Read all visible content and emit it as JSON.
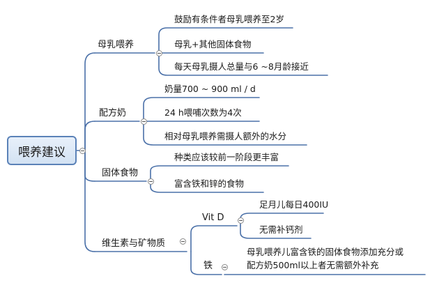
{
  "root": {
    "label": "喂养建议"
  },
  "branches": [
    {
      "label": "母乳喂养",
      "children": [
        {
          "label": "鼓励有条件者母乳喂养至2岁"
        },
        {
          "label": "母乳+其他固体食物"
        },
        {
          "label": "每天母乳摄人总量与6 ~8月龄接近"
        }
      ]
    },
    {
      "label": "配方奶",
      "children": [
        {
          "label": "奶量700 ~ 900 ml / d"
        },
        {
          "label": "24 h喂哺次数为4次"
        },
        {
          "label": "相对母乳喂养需摄人额外的水分"
        }
      ]
    },
    {
      "label": "固体食物",
      "children": [
        {
          "label": "种类应该较前一阶段更丰富"
        },
        {
          "label": "富含铁和锌的食物"
        }
      ]
    },
    {
      "label": "维生素与矿物质",
      "children": [
        {
          "label": "Vit D",
          "children": [
            {
              "label": "足月儿每日400IU"
            },
            {
              "label": "无需补钙剂"
            }
          ]
        },
        {
          "label": "铁",
          "children": [
            {
              "label": "母乳喂养儿富含铁的固体食物添加充分或"
            },
            {
              "label": "配方奶500ml以上者无需额外补充"
            }
          ]
        }
      ]
    }
  ],
  "colors": {
    "connector": "#4a70a8",
    "root_border": "#5b82b8",
    "root_fill": "#dbe7f5"
  }
}
